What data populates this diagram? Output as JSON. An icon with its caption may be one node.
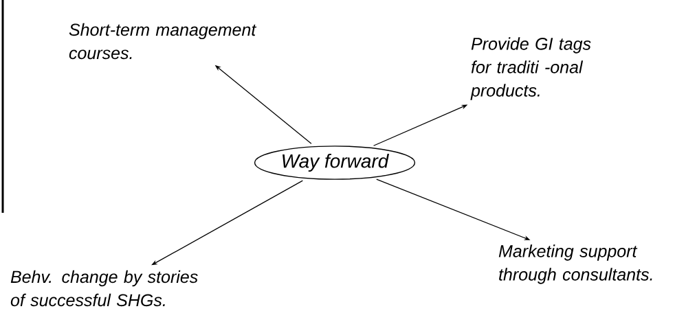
{
  "diagram": {
    "nodes": [
      {
        "text": [
          "Way forward"
        ]
      },
      {
        "text": [
          "Short-term management courses."
        ]
      },
      {
        "text": [
          "Provide GI tags for traditi -onal products."
        ]
      },
      {
        "text": [
          "Behv. change by stories of successful SHGs."
        ]
      },
      {
        "text": [
          "Marketing support through consultants."
        ]
      }
    ],
    "edges": [
      {
        "from": 0,
        "to": 1,
        "arrow": "to"
      },
      {
        "from": 0,
        "to": 2,
        "arrow": "to"
      },
      {
        "from": 0,
        "to": 3,
        "arrow": "to"
      },
      {
        "from": 0,
        "to": 4,
        "arrow": "to"
      }
    ]
  }
}
